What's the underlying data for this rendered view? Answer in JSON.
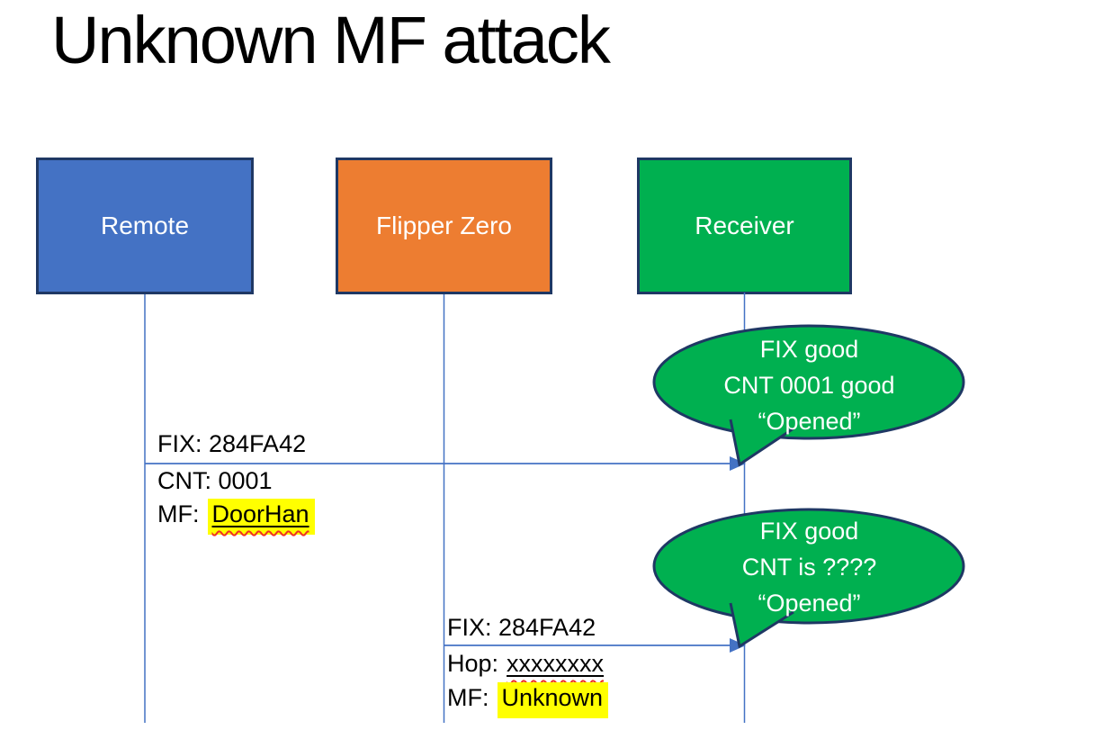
{
  "slide": {
    "title": "Unknown MF attack"
  },
  "actors": [
    {
      "label": "Remote",
      "fill": "#4472C4"
    },
    {
      "label": "Flipper Zero",
      "fill": "#ED7D31"
    },
    {
      "label": "Receiver",
      "fill": "#00B050"
    }
  ],
  "messages": [
    {
      "from": "Remote",
      "to": "Receiver",
      "line1": "FIX: 284FA42",
      "line2": "CNT: 0001",
      "line3_prefix": "MF:",
      "line3_value": "DoorHan",
      "line3_decoration": "yellow-highlight underline red-squiggle"
    },
    {
      "from": "Flipper Zero",
      "to": "Receiver",
      "line1": "FIX: 284FA42",
      "line2_prefix": "Hop:",
      "line2_value": "xxxxxxxx",
      "line2_decoration": "underline red-squiggle",
      "line3_prefix": "MF:",
      "line3_value": "Unknown",
      "line3_decoration": "yellow-highlight"
    }
  ],
  "callouts": [
    {
      "attached_to": "Receiver",
      "line1": "FIX good",
      "line2": "CNT 0001 good",
      "line3": "“Opened”"
    },
    {
      "attached_to": "Receiver",
      "line1": "FIX good",
      "line2": "CNT is ????",
      "line3": "“Opened”"
    }
  ],
  "colors": {
    "actor_blue": "#4472C4",
    "actor_orange": "#ED7D31",
    "actor_green": "#00B050",
    "shape_border_navy": "#1F3864",
    "connector_blue": "#4472C4",
    "highlight_yellow": "#FFFF00",
    "squiggle_red": "#EE3124",
    "underline_black": "#000000",
    "text_white": "#FFFFFF",
    "text_black": "#000000",
    "background": "#FFFFFF"
  }
}
